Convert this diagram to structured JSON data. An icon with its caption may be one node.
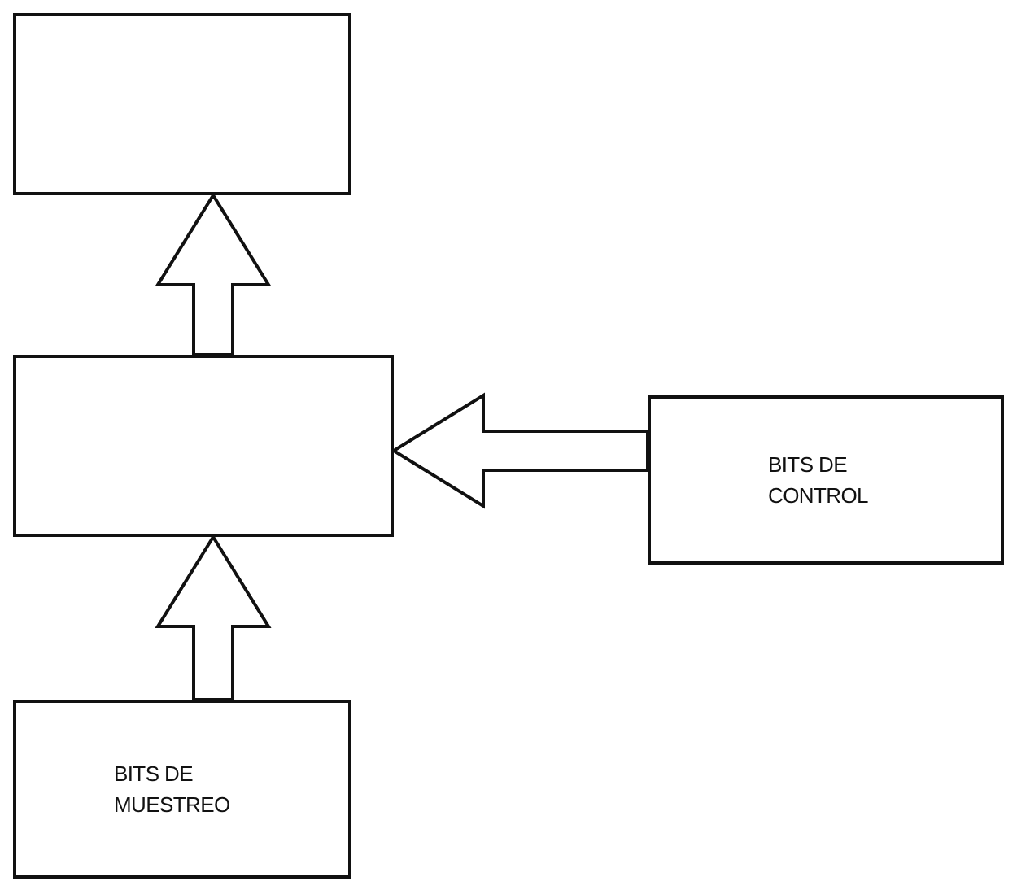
{
  "diagram": {
    "nodes": [
      {
        "text": [],
        "shape": "box"
      },
      {
        "text": [],
        "shape": "box"
      },
      {
        "text": [
          "BITS DE CONTROL"
        ]
      },
      {
        "text": [
          "BITS DE MUESTREO"
        ]
      }
    ],
    "edges": [
      {
        "from": 3,
        "to": 1,
        "arrow": "to"
      },
      {
        "from": 2,
        "to": 1,
        "arrow": "to"
      },
      {
        "from": 1,
        "to": 0,
        "arrow": "to"
      }
    ]
  }
}
